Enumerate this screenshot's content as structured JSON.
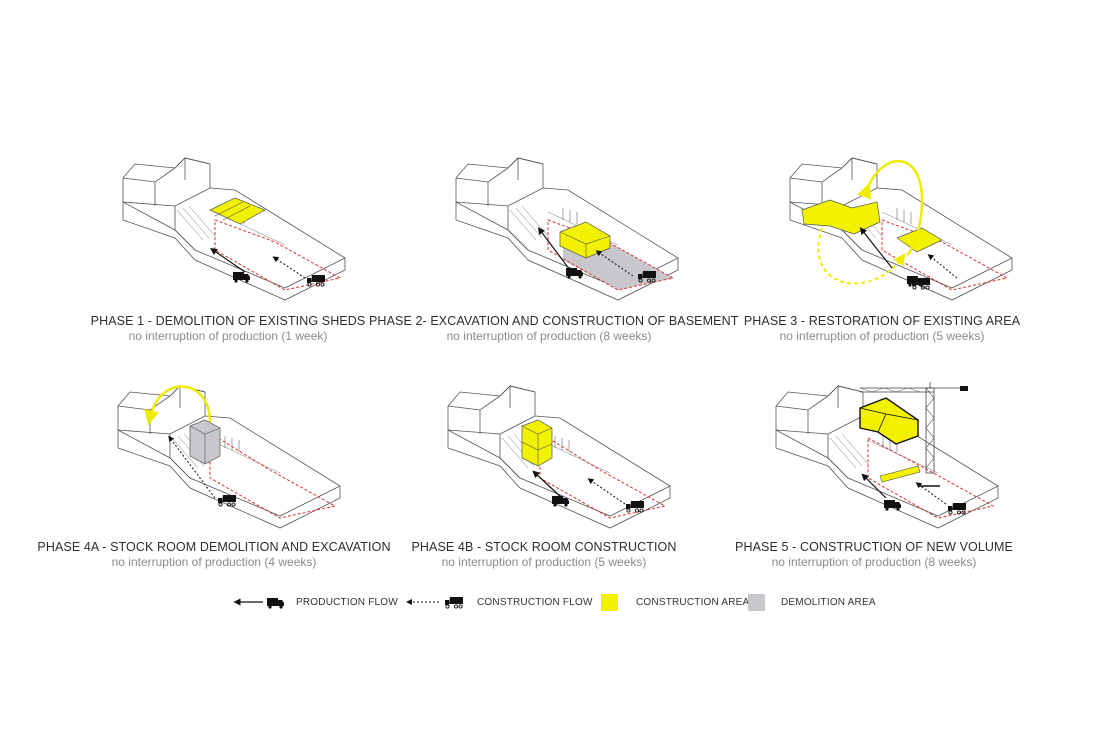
{
  "colors": {
    "construction": "#f2f200",
    "demolition": "#c8c8cc",
    "outline": "#555555",
    "boundary": "#e03030",
    "arrow": "#111111",
    "flow_yellow": "#f0ec00"
  },
  "phases": [
    {
      "title": "PHASE 1 - DEMOLITION OF EXISTING SHEDS",
      "subtitle": "no interruption of production (1 week)"
    },
    {
      "title": "PHASE 2- EXCAVATION AND CONSTRUCTION OF BASEMENT",
      "subtitle": "no interruption of production (8 weeks)"
    },
    {
      "title": "PHASE 3 - RESTORATION OF EXISTING AREA",
      "subtitle": "no interruption of production (5 weeks)"
    },
    {
      "title": "PHASE 4A - STOCK ROOM DEMOLITION AND EXCAVATION",
      "subtitle": "no interruption of production (4 weeks)"
    },
    {
      "title": "PHASE 4B - STOCK ROOM CONSTRUCTION",
      "subtitle": "no interruption of production (5 weeks)"
    },
    {
      "title": "PHASE 5 -  CONSTRUCTION OF NEW VOLUME",
      "subtitle": "no interruption of production (8 weeks)"
    }
  ],
  "legend": {
    "production_flow": "PRODUCTION FLOW",
    "construction_flow": "CONSTRUCTION FLOW",
    "construction_area": "CONSTRUCTION AREA",
    "demolition_area": "DEMOLITION AREA"
  },
  "icons": {
    "truck": "truck-icon",
    "dump_truck": "dump-truck-icon",
    "crane": "crane-icon"
  }
}
